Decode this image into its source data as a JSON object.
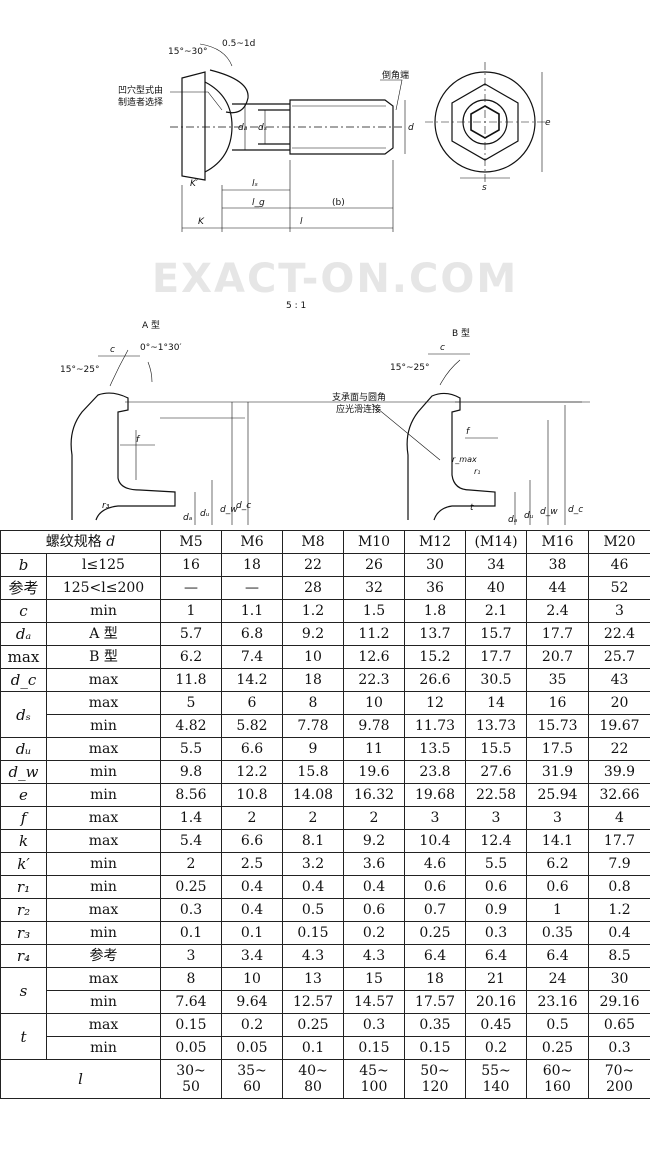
{
  "drawing": {
    "top": {
      "angle_label": "15°~30°",
      "offset_label": "0.5~1d",
      "recess_note_line1": "凹穴型式由",
      "recess_note_line2": "制造者选择",
      "chamfer_label": "倒角端",
      "k_prime": "K′",
      "k_label": "K",
      "ls_label": "lₛ",
      "lg_label": "l_g",
      "l_label": "l",
      "b_label": "(b)",
      "da_label": "dₐ",
      "ds_label": "dₛ",
      "d_label": "d",
      "e_label": "e",
      "s_label": "s"
    },
    "watermark": "EXACT-ON.COM",
    "scale": "5 : 1",
    "a_type": {
      "title": "A 型",
      "angle": "15°~25°",
      "angle2": "0°~1°30′",
      "c": "c",
      "f": "f",
      "r": "r₃",
      "dims": [
        "dₐ",
        "dᵤ",
        "d_w",
        "d_c"
      ]
    },
    "b_type": {
      "title": "B 型",
      "angle": "15°~25°",
      "c": "c",
      "f": "f",
      "note_line1": "支承面与圆角",
      "note_line2": "应光滑连接",
      "rmax": "r_max",
      "r": "r₁",
      "t": "t",
      "dims": [
        "dₐ",
        "dᵤ",
        "d_w",
        "d_c"
      ]
    }
  },
  "table": {
    "header_label": "螺纹规格",
    "header_sym": "d",
    "sizes": [
      "M5",
      "M6",
      "M8",
      "M10",
      "M12",
      "(M14)",
      "M16",
      "M20"
    ],
    "rows": [
      {
        "sym": "b",
        "cond": "l≤125",
        "vals": [
          "16",
          "18",
          "22",
          "26",
          "30",
          "34",
          "38",
          "46"
        ]
      },
      {
        "sym": "参考",
        "cond": "125<l≤200",
        "vals": [
          "—",
          "—",
          "28",
          "32",
          "36",
          "40",
          "44",
          "52"
        ]
      },
      {
        "sym": "c",
        "cond": "min",
        "vals": [
          "1",
          "1.1",
          "1.2",
          "1.5",
          "1.8",
          "2.1",
          "2.4",
          "3"
        ]
      },
      {
        "sym": "dₐ",
        "cond": "A 型",
        "vals": [
          "5.7",
          "6.8",
          "9.2",
          "11.2",
          "13.7",
          "15.7",
          "17.7",
          "22.4"
        ]
      },
      {
        "sym": "max",
        "cond": "B 型",
        "vals": [
          "6.2",
          "7.4",
          "10",
          "12.6",
          "15.2",
          "17.7",
          "20.7",
          "25.7"
        ]
      },
      {
        "sym": "d_c",
        "cond": "max",
        "vals": [
          "11.8",
          "14.2",
          "18",
          "22.3",
          "26.6",
          "30.5",
          "35",
          "43"
        ]
      },
      {
        "sym": "dₛ",
        "cond": "max",
        "vals": [
          "5",
          "6",
          "8",
          "10",
          "12",
          "14",
          "16",
          "20"
        ]
      },
      {
        "sym": "",
        "cond": "min",
        "vals": [
          "4.82",
          "5.82",
          "7.78",
          "9.78",
          "11.73",
          "13.73",
          "15.73",
          "19.67"
        ]
      },
      {
        "sym": "dᵤ",
        "cond": "max",
        "vals": [
          "5.5",
          "6.6",
          "9",
          "11",
          "13.5",
          "15.5",
          "17.5",
          "22"
        ]
      },
      {
        "sym": "d_w",
        "cond": "min",
        "vals": [
          "9.8",
          "12.2",
          "15.8",
          "19.6",
          "23.8",
          "27.6",
          "31.9",
          "39.9"
        ]
      },
      {
        "sym": "e",
        "cond": "min",
        "vals": [
          "8.56",
          "10.8",
          "14.08",
          "16.32",
          "19.68",
          "22.58",
          "25.94",
          "32.66"
        ]
      },
      {
        "sym": "f",
        "cond": "max",
        "vals": [
          "1.4",
          "2",
          "2",
          "2",
          "3",
          "3",
          "3",
          "4"
        ]
      },
      {
        "sym": "k",
        "cond": "max",
        "vals": [
          "5.4",
          "6.6",
          "8.1",
          "9.2",
          "10.4",
          "12.4",
          "14.1",
          "17.7"
        ]
      },
      {
        "sym": "k′",
        "cond": "min",
        "vals": [
          "2",
          "2.5",
          "3.2",
          "3.6",
          "4.6",
          "5.5",
          "6.2",
          "7.9"
        ]
      },
      {
        "sym": "r₁",
        "cond": "min",
        "vals": [
          "0.25",
          "0.4",
          "0.4",
          "0.4",
          "0.6",
          "0.6",
          "0.6",
          "0.8"
        ]
      },
      {
        "sym": "r₂",
        "cond": "max",
        "vals": [
          "0.3",
          "0.4",
          "0.5",
          "0.6",
          "0.7",
          "0.9",
          "1",
          "1.2"
        ]
      },
      {
        "sym": "r₃",
        "cond": "min",
        "vals": [
          "0.1",
          "0.1",
          "0.15",
          "0.2",
          "0.25",
          "0.3",
          "0.35",
          "0.4"
        ]
      },
      {
        "sym": "r₄",
        "cond": "参考",
        "vals": [
          "3",
          "3.4",
          "4.3",
          "4.3",
          "6.4",
          "6.4",
          "6.4",
          "8.5"
        ]
      },
      {
        "sym": "s",
        "cond": "max",
        "vals": [
          "8",
          "10",
          "13",
          "15",
          "18",
          "21",
          "24",
          "30"
        ]
      },
      {
        "sym": "",
        "cond": "min",
        "vals": [
          "7.64",
          "9.64",
          "12.57",
          "14.57",
          "17.57",
          "20.16",
          "23.16",
          "29.16"
        ]
      },
      {
        "sym": "t",
        "cond": "max",
        "vals": [
          "0.15",
          "0.2",
          "0.25",
          "0.3",
          "0.35",
          "0.45",
          "0.5",
          "0.65"
        ]
      },
      {
        "sym": "",
        "cond": "min",
        "vals": [
          "0.05",
          "0.05",
          "0.1",
          "0.15",
          "0.15",
          "0.2",
          "0.25",
          "0.3"
        ]
      }
    ],
    "l_row": {
      "sym": "l",
      "vals": [
        [
          "30~",
          "50"
        ],
        [
          "35~",
          "60"
        ],
        [
          "40~",
          "80"
        ],
        [
          "45~",
          "100"
        ],
        [
          "50~",
          "120"
        ],
        [
          "55~",
          "140"
        ],
        [
          "60~",
          "160"
        ],
        [
          "70~",
          "200"
        ]
      ]
    }
  }
}
